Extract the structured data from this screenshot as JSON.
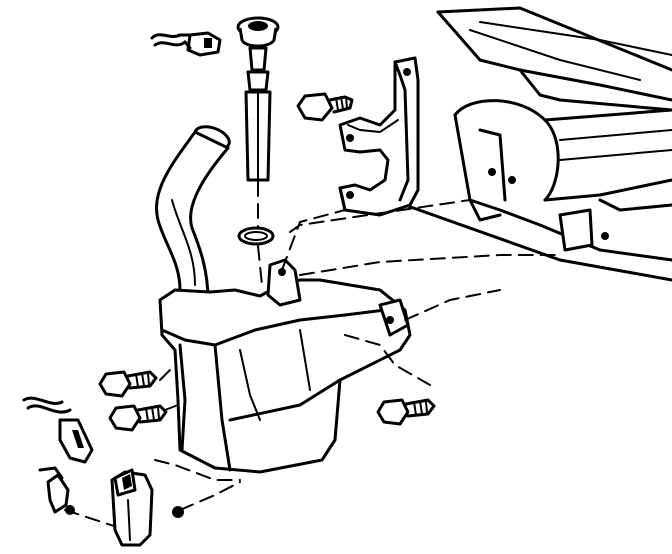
{
  "diagram": {
    "parts": [
      {
        "id": "washer-pump-electrical-connector",
        "label": ""
      },
      {
        "id": "washer-fluid-level-sensor",
        "label": ""
      },
      {
        "id": "sensor-o-ring-seal",
        "label": ""
      },
      {
        "id": "washer-reservoir-filler-neck",
        "label": ""
      },
      {
        "id": "washer-fluid-reservoir",
        "label": ""
      },
      {
        "id": "reservoir-mounting-bracket",
        "label": ""
      },
      {
        "id": "bracket-mounting-bolt",
        "label": ""
      },
      {
        "id": "reservoir-mounting-bolts",
        "label": ""
      },
      {
        "id": "washer-pump",
        "label": ""
      },
      {
        "id": "pump-electrical-connector",
        "label": ""
      },
      {
        "id": "pump-grommet",
        "label": ""
      },
      {
        "id": "vehicle-fender-inner-panel",
        "label": ""
      }
    ]
  }
}
